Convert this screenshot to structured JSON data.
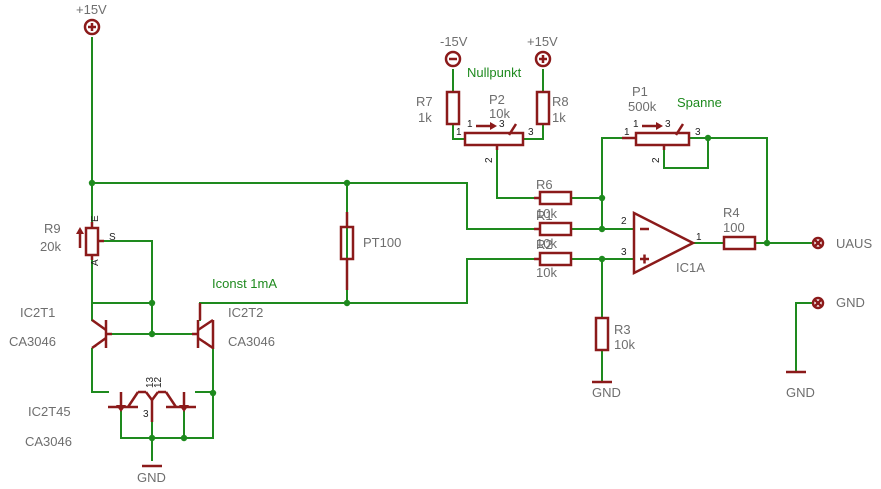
{
  "supply": {
    "left_pos": "+15V",
    "neg": "-15V",
    "right_pos": "+15V"
  },
  "nets": {
    "nullpunkt": "Nullpunkt",
    "spanne": "Spanne",
    "iconst": "Iconst 1mA"
  },
  "components": {
    "r7": {
      "name": "R7",
      "value": "1k"
    },
    "r8": {
      "name": "R8",
      "value": "1k"
    },
    "p2": {
      "name": "P2",
      "value": "10k",
      "pin1": "1",
      "pin2": "2",
      "pin3": "3",
      "arrow_pins": "1",
      "arrow_pin3": "3"
    },
    "p1": {
      "name": "P1",
      "value": "500k",
      "pin1": "1",
      "pin2": "2",
      "pin3": "3",
      "arrow_pins": "1",
      "arrow_pin3": "3"
    },
    "r6": {
      "name": "R6",
      "value": "10k"
    },
    "r1": {
      "name": "R1",
      "value": "10k"
    },
    "r2": {
      "name": "R2",
      "value": "10k"
    },
    "r4": {
      "name": "R4",
      "value": "100"
    },
    "r3": {
      "name": "R3",
      "value": "10k"
    },
    "r9": {
      "name": "R9",
      "value": "20k",
      "pin_e": "E",
      "pin_a": "A",
      "pin_s": "S"
    },
    "pt100": {
      "name": "PT100"
    },
    "ic1a": {
      "name": "IC1A",
      "pin1": "1",
      "pin2": "2",
      "pin3": "3"
    },
    "ic2t1": {
      "name": "IC2T1",
      "part": "CA3046"
    },
    "ic2t2": {
      "name": "IC2T2",
      "part": "CA3046"
    },
    "ic2t45": {
      "name": "IC2T45",
      "part": "CA3046",
      "pin3": "3",
      "pin12": "12",
      "pin13": "13"
    }
  },
  "terminals": {
    "uaus": "UAUS",
    "gnd_right": "GND",
    "gnd_r3": "GND",
    "gnd_bottom_right": "GND",
    "gnd_bottom_left": "GND"
  },
  "colors": {
    "wire": "#1e8a1e",
    "part": "#8b1a1a",
    "label": "#6e6e6e"
  }
}
